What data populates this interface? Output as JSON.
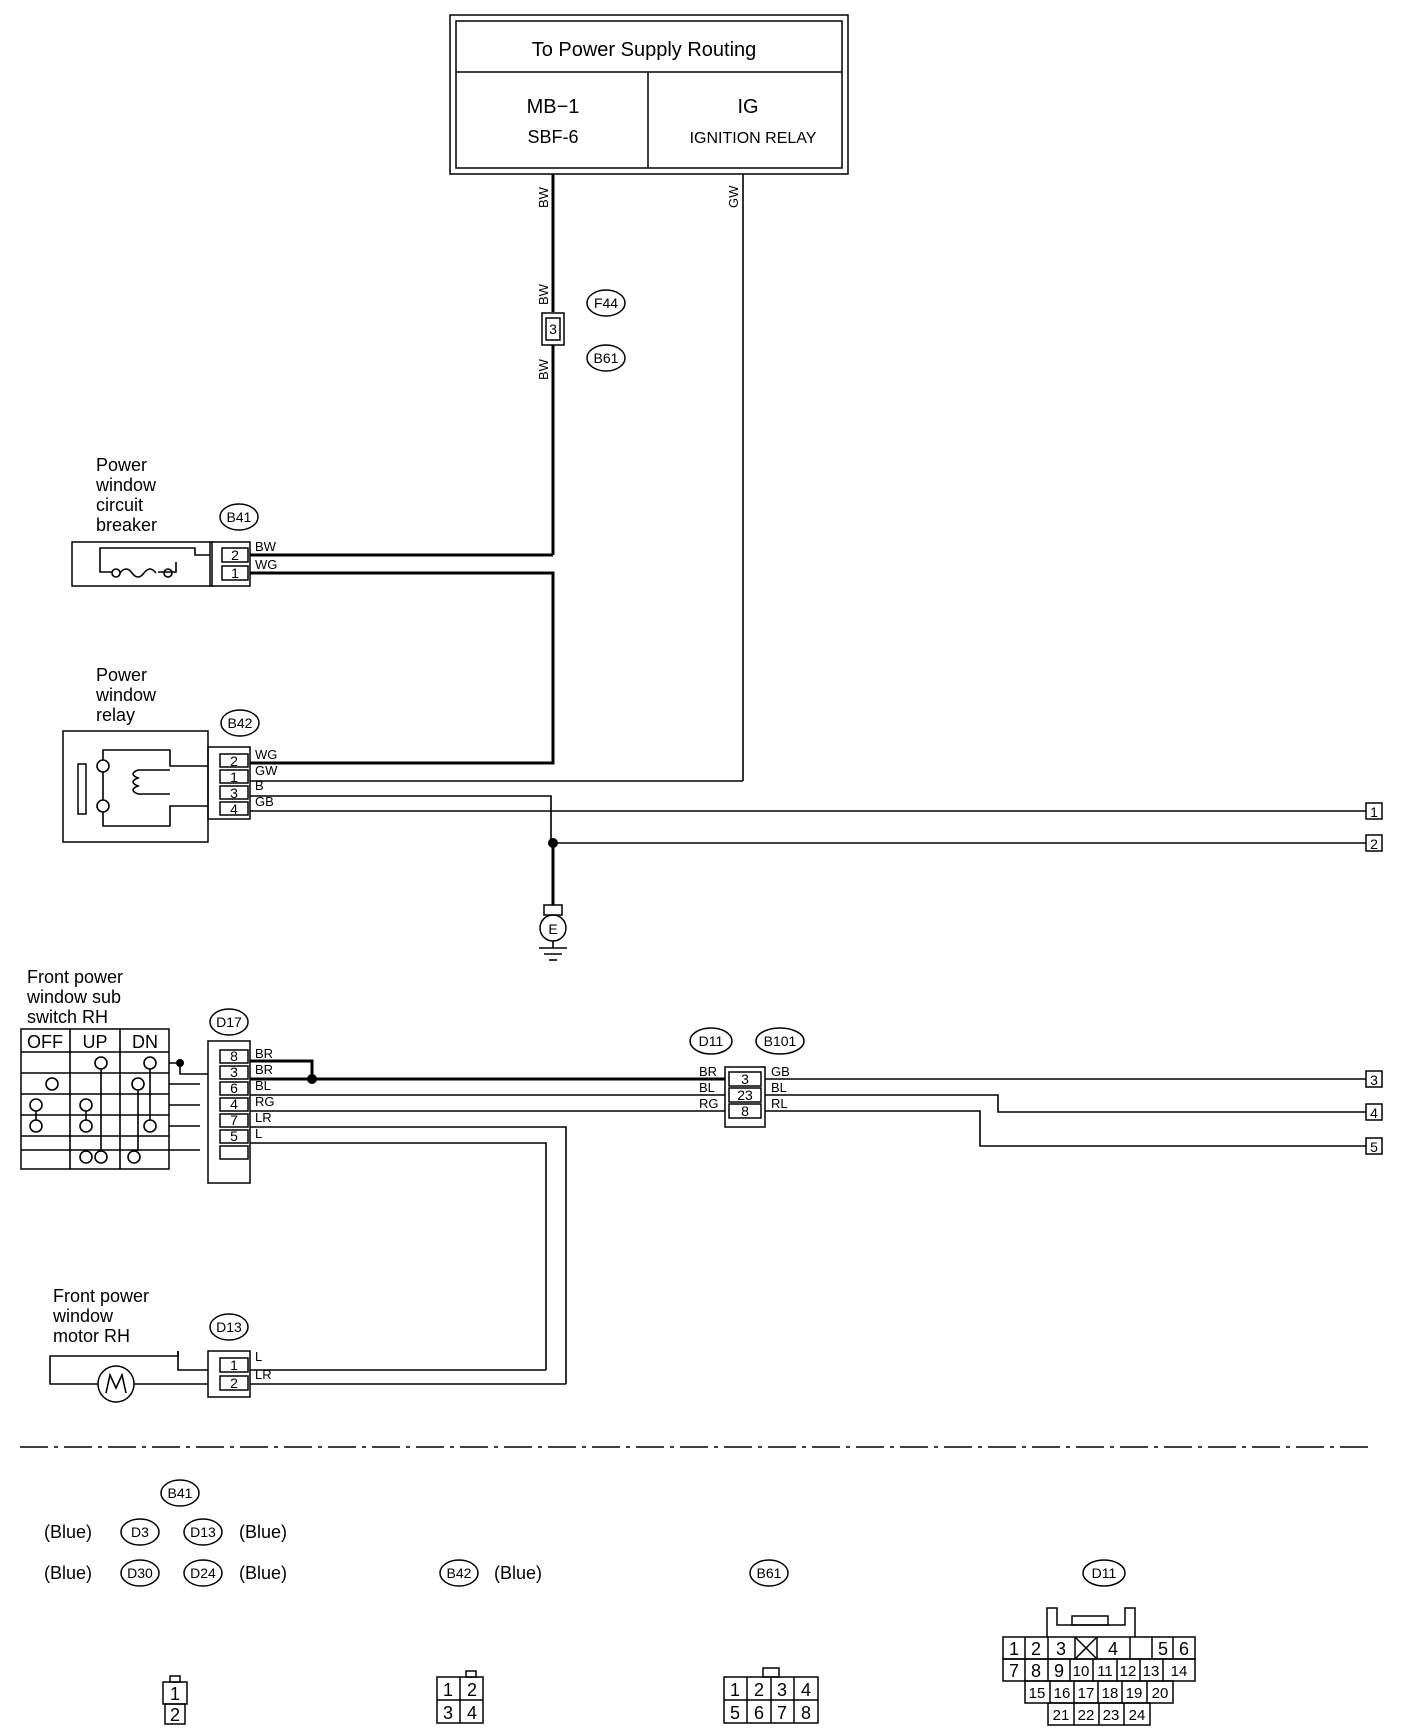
{
  "power": {
    "title": "To Power Supply Routing",
    "left_line1": "MB−1",
    "left_line2": "SBF-6",
    "right_line1": "IG",
    "right_line2": "IGNITION RELAY"
  },
  "wires": {
    "bw": "BW",
    "gw": "GW",
    "wg": "WG",
    "b": "B",
    "gb": "GB",
    "br": "BR",
    "bl": "BL",
    "rg": "RG",
    "lr": "LR",
    "l": "L",
    "rl": "RL"
  },
  "connectors": {
    "f44": "F44",
    "b61": "B61",
    "b41": "B41",
    "b42": "B42",
    "d17": "D17",
    "d11": "D11",
    "b101": "B101",
    "d13": "D13",
    "d3": "D3",
    "d30": "D30",
    "d24": "D24"
  },
  "components": {
    "breaker": [
      "Power",
      "window",
      "circuit",
      "breaker"
    ],
    "relay": [
      "Power",
      "window",
      "relay"
    ],
    "switch": [
      "Front power",
      "window sub",
      "switch RH"
    ],
    "motor": [
      "Front power",
      "window",
      "motor RH"
    ],
    "switch_headers": [
      "OFF",
      "UP",
      "DN"
    ],
    "ground": "E"
  },
  "pins": {
    "p1": "1",
    "p2": "2",
    "p3": "3",
    "p4": "4",
    "p5": "5",
    "p6": "6",
    "p7": "7",
    "p8": "8",
    "p23": "23"
  },
  "legend": {
    "blue": "(Blue)",
    "d11_grid": [
      [
        "1",
        "2",
        "3",
        "4",
        "5",
        "6"
      ],
      [
        "7",
        "8",
        "9",
        "10",
        "11",
        "12",
        "13",
        "14"
      ],
      [
        "15",
        "16",
        "17",
        "18",
        "19",
        "20"
      ],
      [
        "21",
        "22",
        "23",
        "24"
      ]
    ]
  }
}
